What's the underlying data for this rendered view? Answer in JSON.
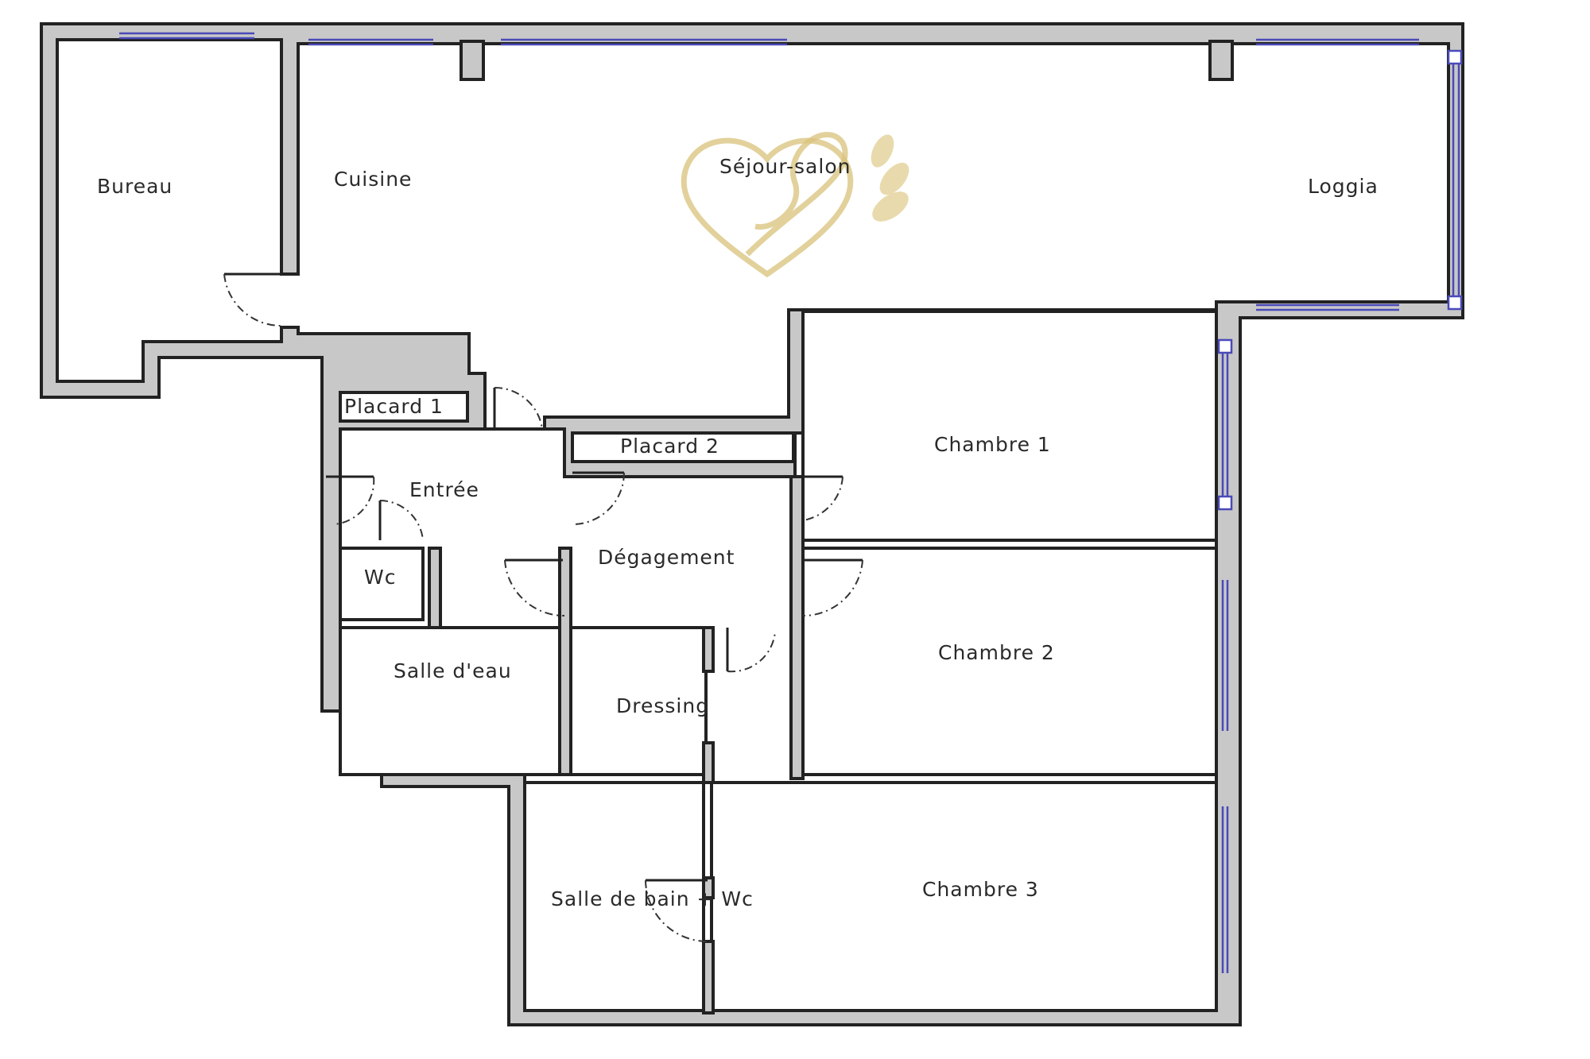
{
  "plan": {
    "rooms": [
      {
        "id": "bureau",
        "label": "Bureau"
      },
      {
        "id": "cuisine",
        "label": "Cuisine"
      },
      {
        "id": "sejour",
        "label": "Séjour-salon"
      },
      {
        "id": "loggia",
        "label": "Loggia"
      },
      {
        "id": "chambre1",
        "label": "Chambre 1"
      },
      {
        "id": "placard1",
        "label": "Placard 1"
      },
      {
        "id": "placard2",
        "label": "Placard 2"
      },
      {
        "id": "entree",
        "label": "Entrée"
      },
      {
        "id": "degagement",
        "label": "Dégagement"
      },
      {
        "id": "wc",
        "label": "Wc"
      },
      {
        "id": "salle-eau",
        "label": "Salle d'eau"
      },
      {
        "id": "dressing",
        "label": "Dressing"
      },
      {
        "id": "chambre2",
        "label": "Chambre 2"
      },
      {
        "id": "salle-bain",
        "label": "Salle de bain + Wc"
      },
      {
        "id": "chambre3",
        "label": "Chambre 3"
      }
    ]
  },
  "colors": {
    "wall_fill": "#c8c8c8",
    "wall_line": "#222222",
    "window_line": "#4a4ab8",
    "watermark_gold": "#d8c27a"
  },
  "watermark": {
    "icon": "heart-leaf-logo-icon"
  }
}
